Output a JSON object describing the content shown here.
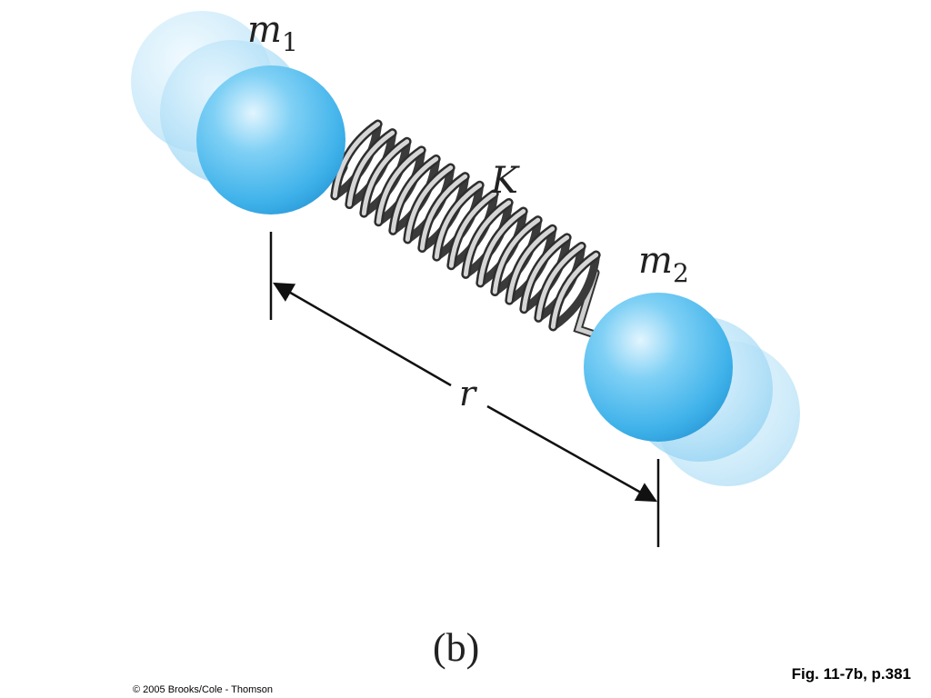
{
  "labels": {
    "mass1_base": "m",
    "mass1_sub": "1",
    "mass2_base": "m",
    "mass2_sub": "2",
    "spring": "K",
    "separation": "r",
    "panel": "(b)"
  },
  "caption": "Fig. 11-7b, p.381",
  "copyright": "© 2005 Brooks/Cole - Thomson",
  "colors": {
    "sphere_main": "#3fb2ea",
    "sphere_highlight": "#d8f1fd",
    "sphere_shadow": "#1c8fd0",
    "motion_blur": "#9fd8f6",
    "spring_light": "#c9c9c9",
    "spring_dark": "#555555",
    "line": "#111111"
  }
}
